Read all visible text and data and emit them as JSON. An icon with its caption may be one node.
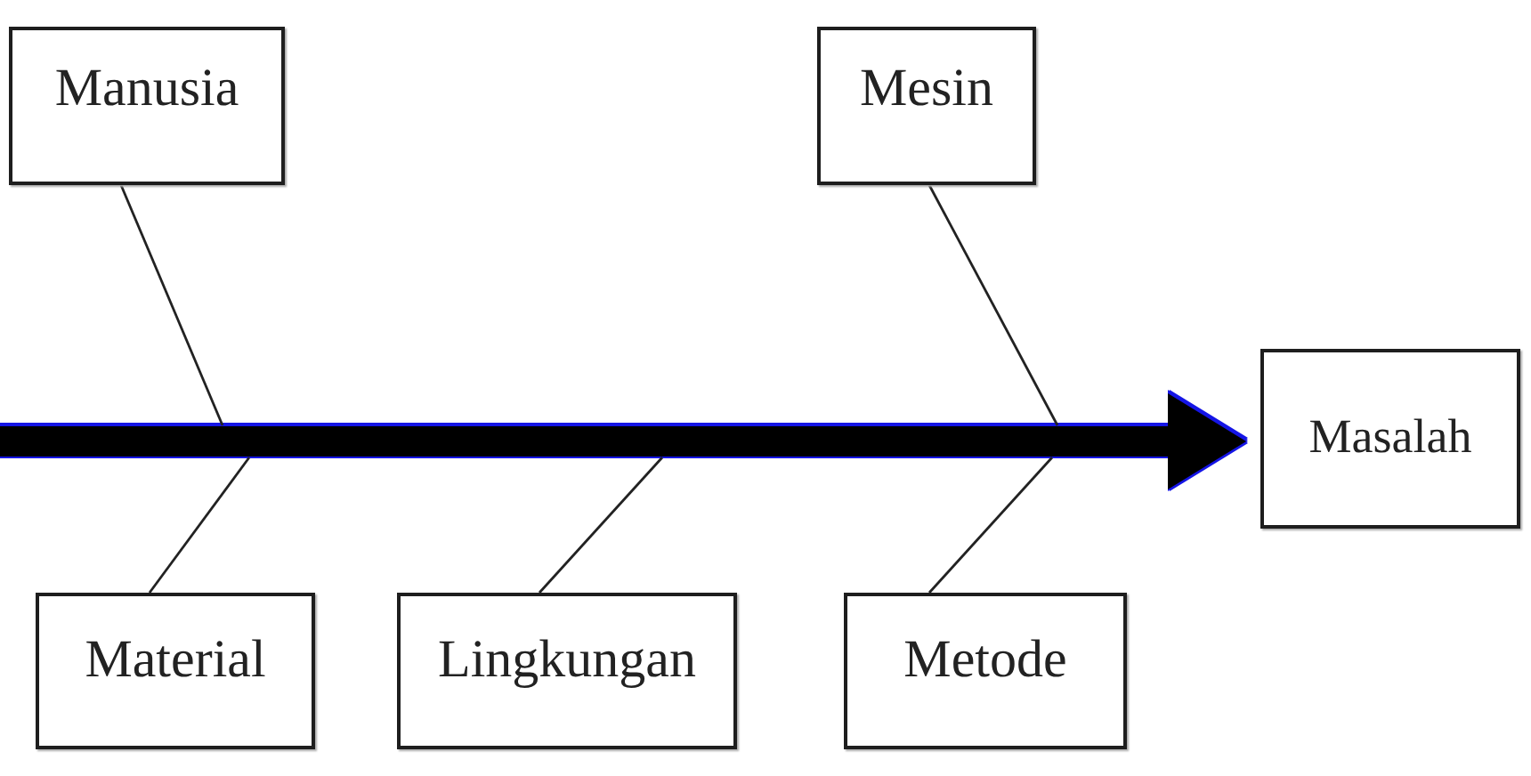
{
  "diagram": {
    "nodes": [
      {
        "text": [
          "Manusia"
        ]
      },
      {
        "text": [
          "Mesin"
        ]
      },
      {
        "text": [
          "Masalah"
        ]
      },
      {
        "text": [
          "Material"
        ]
      },
      {
        "text": [
          "Lingkungan"
        ]
      },
      {
        "text": [
          "Metode"
        ]
      }
    ],
    "edges": [
      {
        "from": null,
        "to": 2,
        "arrow": "to",
        "style": "thick"
      },
      {
        "from": 0,
        "to": null,
        "arrow": "none"
      },
      {
        "from": 1,
        "to": null,
        "arrow": "none"
      },
      {
        "from": 3,
        "to": null,
        "arrow": "none"
      },
      {
        "from": 4,
        "to": null,
        "arrow": "none"
      },
      {
        "from": 5,
        "to": null,
        "arrow": "none"
      }
    ]
  }
}
